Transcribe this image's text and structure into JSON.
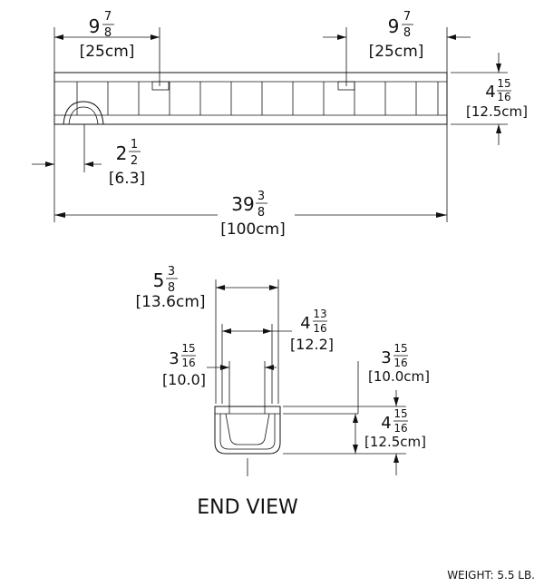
{
  "top_view": {
    "left_offset": {
      "whole": "9",
      "num": "7",
      "den": "8",
      "metric": "[25cm]"
    },
    "right_offset": {
      "whole": "9",
      "num": "7",
      "den": "8",
      "metric": "[25cm]"
    },
    "height": {
      "whole": "4",
      "num": "15",
      "den": "16",
      "metric": "[12.5cm]"
    },
    "outlet": {
      "whole": "2",
      "num": "1",
      "den": "2",
      "metric": "[6.3]"
    },
    "length": {
      "whole": "39",
      "num": "3",
      "den": "8",
      "metric": "[100cm]"
    }
  },
  "end_view": {
    "title": "END VIEW",
    "top_width": {
      "whole": "5",
      "num": "3",
      "den": "8",
      "metric": "[13.6cm]"
    },
    "inner_width": {
      "whole": "4",
      "num": "13",
      "den": "16",
      "metric": "[12.2]"
    },
    "bottom_width": {
      "whole": "3",
      "num": "15",
      "den": "16",
      "metric": "[10.0]"
    },
    "grate_depth": {
      "whole": "3",
      "num": "15",
      "den": "16",
      "metric": "[10.0cm]"
    },
    "channel_height": {
      "whole": "4",
      "num": "15",
      "den": "16",
      "metric": "[12.5cm]"
    }
  },
  "weight": "WEIGHT:  5.5 LB."
}
